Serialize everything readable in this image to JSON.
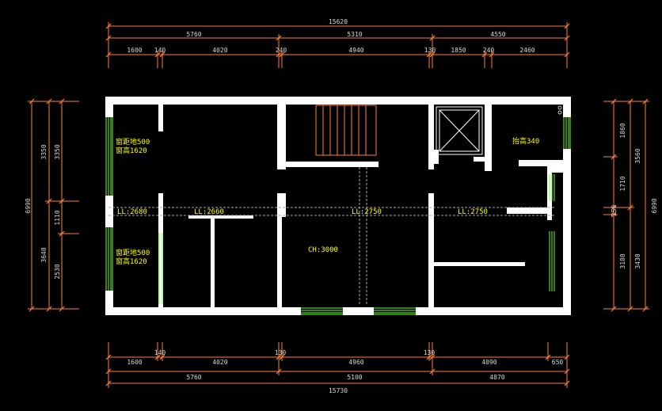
{
  "top_dims": {
    "overall": "15620",
    "segments": [
      "5760",
      "5310",
      "4550"
    ],
    "detail": [
      "1600",
      "140",
      "4020",
      "240",
      "4940",
      "130",
      "1850",
      "240",
      "2460"
    ]
  },
  "bottom_dims": {
    "detail": [
      "1600",
      "140",
      "4020",
      "130",
      "4960",
      "130",
      "4090",
      "650"
    ],
    "segments": [
      "5760",
      "5100",
      "4870"
    ],
    "overall": "15730"
  },
  "left_dims": {
    "overall": "6990",
    "outer": [
      "3350",
      "1110",
      "2530"
    ],
    "inner": [
      "3350",
      "3640"
    ]
  },
  "right_dims": {
    "overall": "6990",
    "detail": [
      "1860",
      "1710",
      "250",
      "3180"
    ],
    "segments": [
      "3560",
      "3430"
    ]
  },
  "room_labels": {
    "window_top_sill": "窗距地500",
    "window_top_height": "窗高1620",
    "window_bottom_sill": "窗距地500",
    "window_bottom_height": "窗高1620",
    "raised_floor": "抬高340",
    "beam_1": "LL:2680",
    "beam_2": "LL:2660",
    "beam_3": "LL:2750",
    "beam_4": "LL:2750",
    "ceiling_height": "CH:3000"
  }
}
